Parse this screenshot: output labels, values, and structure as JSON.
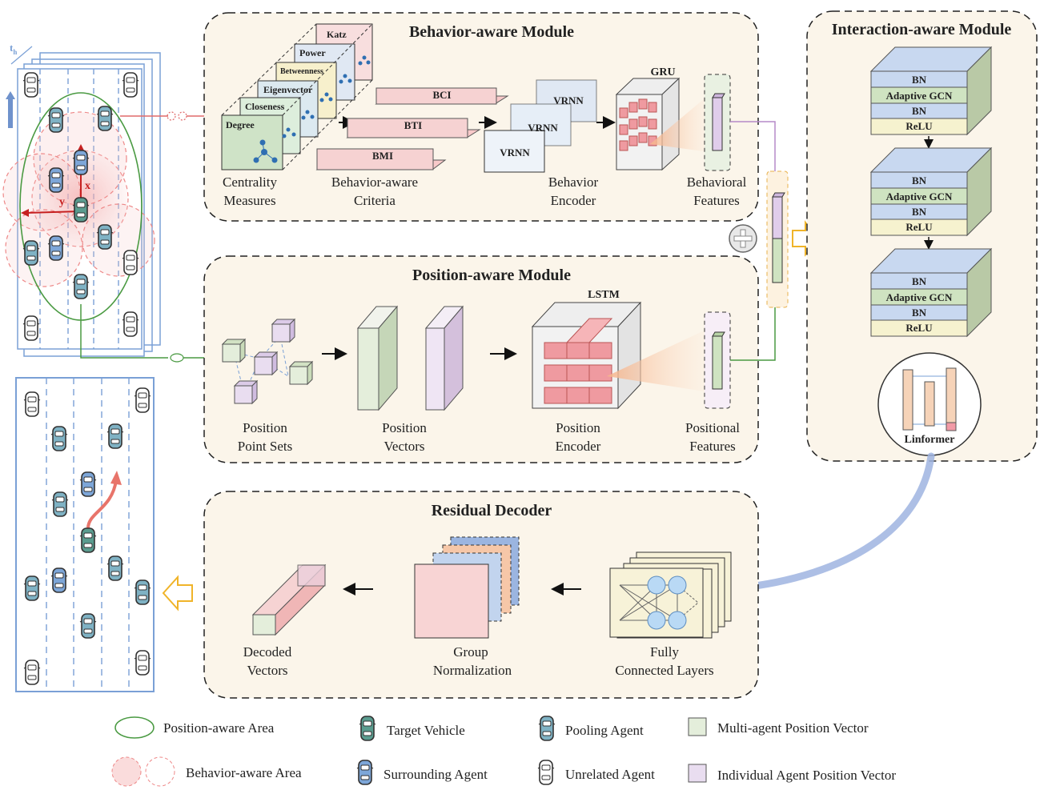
{
  "modules": {
    "behavior": {
      "title": "Behavior-aware Module",
      "centrality": [
        "Katz",
        "Power",
        "Betweenness",
        "Eigenvector",
        "Closeness",
        "Degree"
      ],
      "criteria": [
        "BCI",
        "BTI",
        "BMI"
      ],
      "vrnn": [
        "VRNN",
        "VRNN",
        "VRNN"
      ],
      "gru": "GRU",
      "captions": {
        "centrality": [
          "Centrality",
          "Measures"
        ],
        "criteria": [
          "Behavior-aware",
          "Criteria"
        ],
        "encoder": [
          "Behavior",
          "Encoder"
        ],
        "features": [
          "Behavioral",
          "Features"
        ]
      }
    },
    "position": {
      "title": "Position-aware Module",
      "lstm": "LSTM",
      "captions": {
        "points": [
          "Position",
          "Point Sets"
        ],
        "vectors": [
          "Position",
          "Vectors"
        ],
        "encoder": [
          "Position",
          "Encoder"
        ],
        "features": [
          "Positional",
          "Features"
        ]
      }
    },
    "interaction": {
      "title": "Interaction-aware Module",
      "layers": [
        "BN",
        "Adaptive GCN",
        "BN",
        "ReLU"
      ],
      "linformer": "Linformer"
    },
    "decoder": {
      "title": "Residual Decoder",
      "captions": {
        "decoded": [
          "Decoded",
          "Vectors"
        ],
        "norm": [
          "Group",
          "Normalization"
        ],
        "fc": [
          "Fully",
          "Connected Layers"
        ]
      }
    }
  },
  "scene": {
    "time_label": "t",
    "time_sub": "h",
    "axis_x": "x",
    "axis_y": "y"
  },
  "legend": [
    {
      "label": "Position-aware Area",
      "icon": "green-ellipse-icon"
    },
    {
      "label": "Target Vehicle",
      "icon": "target-vehicle-icon"
    },
    {
      "label": "Pooling Agent",
      "icon": "pooling-agent-icon"
    },
    {
      "label": "Multi-agent Position Vector",
      "icon": "green-square-icon"
    },
    {
      "label": "Behavior-aware Area",
      "icon": "red-circles-icon"
    },
    {
      "label": "Surrounding Agent",
      "icon": "surrounding-agent-icon"
    },
    {
      "label": "Unrelated Agent",
      "icon": "unrelated-agent-icon"
    },
    {
      "label": "Individual Agent Position Vector",
      "icon": "purple-square-icon"
    }
  ],
  "colors": {
    "module_bg": "#fbf5ea",
    "green_vec": "#e4eedb",
    "purple_vec": "#e9ddf0",
    "pink": "#f4a3a8",
    "blue_flow": "#9fb4e0",
    "orange_arrow": "#f0b429",
    "teal_car": "#5a9c8f",
    "blue_car": "#7da6d8"
  }
}
